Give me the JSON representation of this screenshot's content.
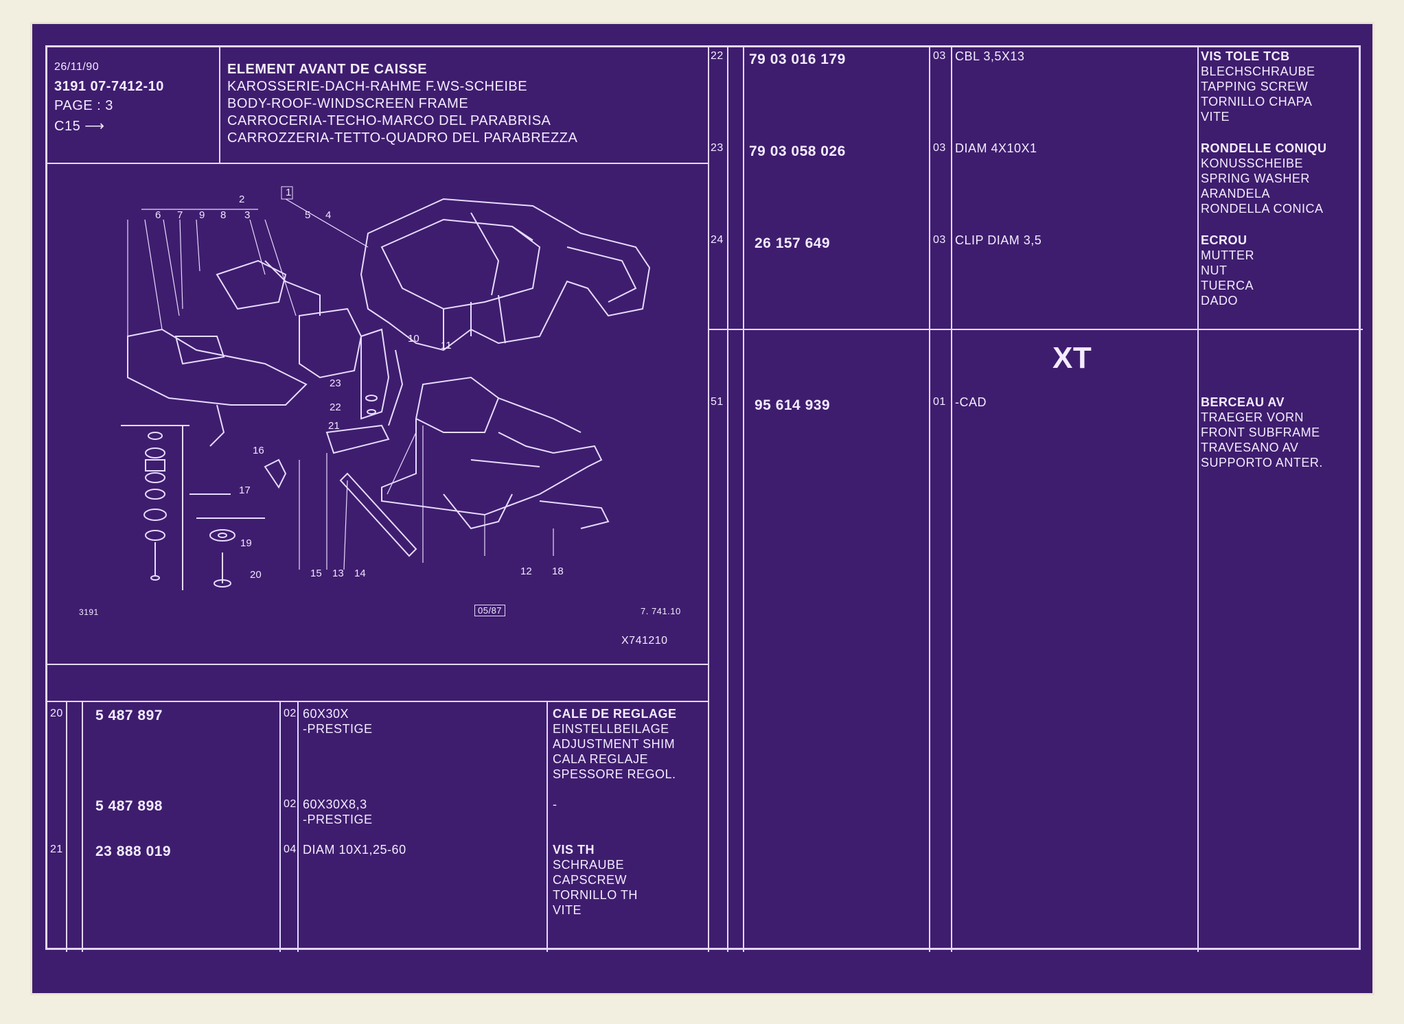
{
  "header": {
    "date": "26/11/90",
    "ref_line": "3191  07-7412-10",
    "page": "PAGE : 3",
    "cont": "C15",
    "title": "ELEMENT AVANT DE CAISSE",
    "titles": [
      "KAROSSERIE-DACH-RAHME F.WS-SCHEIBE",
      "BODY-ROOF-WINDSCREEN FRAME",
      "CARROCERIA-TECHO-MARCO DEL PARABRISA",
      "CARROZZERIA-TETTO-QUADRO DEL PARABREZZA"
    ]
  },
  "diagram": {
    "code_left": "3191",
    "code_mid": "05/87",
    "code_right": "7. 741.10",
    "ref": "X741210",
    "callouts": [
      "1",
      "2",
      "3",
      "4",
      "5",
      "6",
      "7",
      "8",
      "9",
      "10",
      "11",
      "12",
      "13",
      "14",
      "15",
      "16",
      "17",
      "18",
      "19",
      "20",
      "21",
      "22",
      "23"
    ]
  },
  "left_rows": [
    {
      "item": "20",
      "part": "5 487 897",
      "qty": "02",
      "spec": [
        "60X30X",
        "-PRESTIGE"
      ],
      "desc": [
        "CALE DE REGLAGE",
        "EINSTELLBEILAGE",
        "ADJUSTMENT SHIM",
        "CALA REGLAJE",
        "SPESSORE REGOL."
      ]
    },
    {
      "item": "",
      "part": "5 487 898",
      "qty": "02",
      "spec": [
        "60X30X8,3",
        "-PRESTIGE"
      ],
      "desc": [
        "-"
      ]
    },
    {
      "item": "21",
      "part": "23 888 019",
      "qty": "04",
      "spec": [
        "DIAM 10X1,25-60"
      ],
      "desc": [
        "VIS TH",
        "SCHRAUBE",
        "CAPSCREW",
        "TORNILLO TH",
        "VITE"
      ]
    }
  ],
  "right_rows": [
    {
      "item": "22",
      "part": "79 03 016 179",
      "qty": "03",
      "spec": [
        "CBL 3,5X13"
      ],
      "desc": [
        "VIS TOLE TCB",
        "BLECHSCHRAUBE",
        "TAPPING SCREW",
        "TORNILLO CHAPA",
        "VITE"
      ]
    },
    {
      "item": "23",
      "part": "79 03 058 026",
      "qty": "03",
      "spec": [
        "DIAM 4X10X1"
      ],
      "desc": [
        "RONDELLE CONIQU",
        "KONUSSCHEIBE",
        "SPRING WASHER",
        "ARANDELA",
        "RONDELLA CONICA"
      ]
    },
    {
      "item": "24",
      "part": "26 157 649",
      "qty": "03",
      "spec": [
        "CLIP DIAM 3,5"
      ],
      "desc": [
        "ECROU",
        "MUTTER",
        "NUT",
        "TUERCA",
        "DADO"
      ]
    },
    {
      "item": "51",
      "part": "95 614 939",
      "qty": "01",
      "spec": [
        "-CAD"
      ],
      "desc": [
        "BERCEAU AV",
        "TRAEGER VORN",
        "FRONT SUBFRAME",
        "TRAVESANO AV",
        "SUPPORTO ANTER."
      ]
    }
  ],
  "section_label": "XT"
}
